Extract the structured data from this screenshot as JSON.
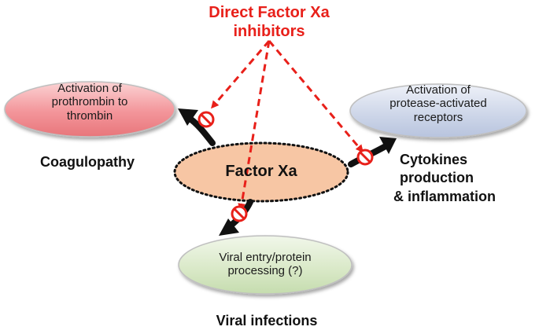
{
  "inhibitor": {
    "lines": [
      "Direct Factor Xa",
      "inhibitors"
    ]
  },
  "center": {
    "label": "Factor Xa"
  },
  "nodes": {
    "coagulation": {
      "lines": [
        "Activation of",
        "prothrombin to",
        "thrombin"
      ]
    },
    "par": {
      "lines": [
        "Activation of",
        "protease-activated",
        "receptors"
      ]
    },
    "viral": {
      "lines": [
        "Viral entry/protein",
        "processing (?)"
      ]
    }
  },
  "outcomes": {
    "coagulopathy": {
      "lines": [
        "Coagulopathy"
      ]
    },
    "cytokines": {
      "lines": [
        "Cytokines",
        "production",
        "& inflammation"
      ]
    },
    "viral_infections": {
      "lines": [
        "Viral infections"
      ]
    }
  },
  "colors": {
    "inhibitor_red": "#e8201a",
    "coagulation_fill": "#f08a8e",
    "par_fill": "#cdd6ea",
    "viral_fill": "#d6e6c2",
    "center_fill": "#f7c6a4",
    "arrow_black": "#111111"
  }
}
